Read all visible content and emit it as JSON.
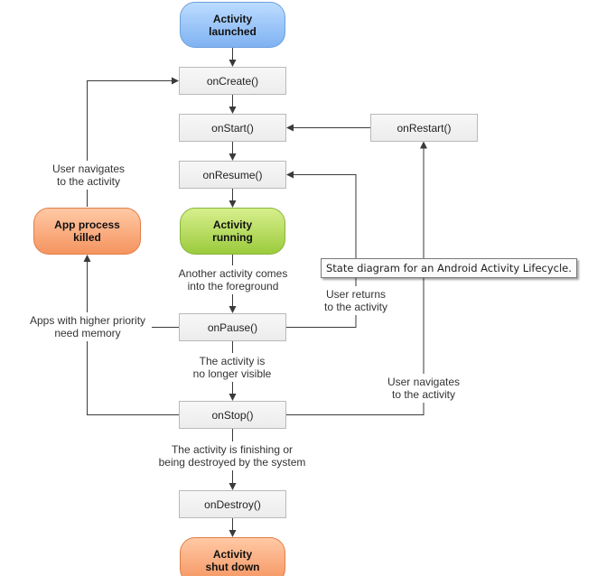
{
  "states": {
    "launched": "Activity\nlaunched",
    "running": "Activity\nrunning",
    "killed": "App process\nkilled",
    "shutdown": "Activity\nshut down"
  },
  "callbacks": {
    "on_create": "onCreate()",
    "on_start": "onStart()",
    "on_restart": "onRestart()",
    "on_resume": "onResume()",
    "on_pause": "onPause()",
    "on_stop": "onStop()",
    "on_destroy": "onDestroy()"
  },
  "transitions": {
    "user_navigates_to_activity_1": "User navigates\nto the activity",
    "another_activity_foreground": "Another activity comes\ninto the foreground",
    "user_returns": "User returns\nto the activity",
    "higher_priority": "Apps with higher priority\nneed memory",
    "no_longer_visible": "The activity is\nno longer visible",
    "user_navigates_to_activity_2": "User navigates\nto the activity",
    "finishing_or_destroyed": "The activity is finishing or\nbeing destroyed by the system"
  },
  "tooltip": "State diagram for an Android Activity Lifecycle.",
  "colors": {
    "launched": "#8fc0f8",
    "running": "#b6dc5b",
    "terminal": "#f8a877",
    "callback_box": "#f1f1f1",
    "edge": "#3a3a3a"
  }
}
